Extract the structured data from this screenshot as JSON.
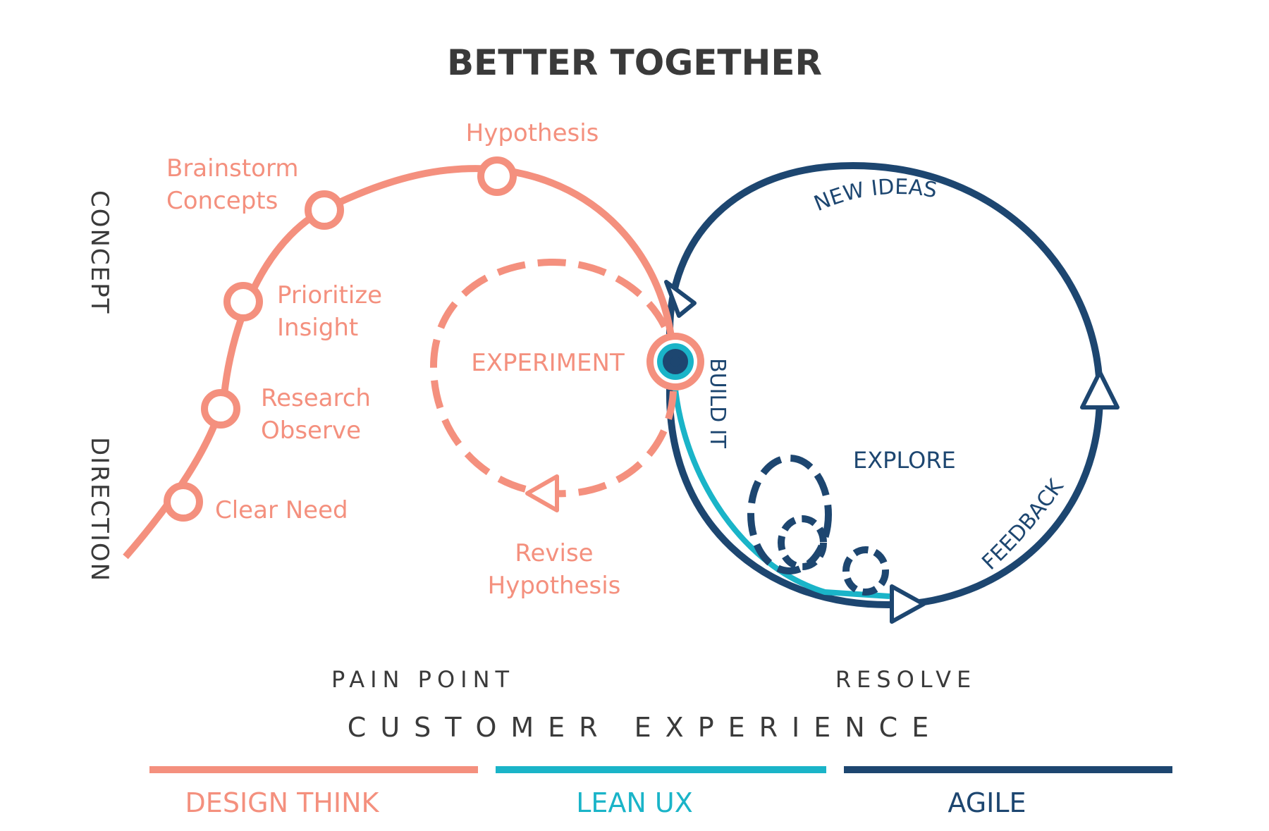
{
  "title": "BETTER TOGETHER",
  "colors": {
    "design": "#F4907E",
    "lean": "#1AB4C8",
    "agile": "#1D4670",
    "text_dark": "#3A3A3A",
    "light_blue": "#BFDDEB"
  },
  "axis": {
    "concept": "CONCEPT",
    "direction": "DIRECTION",
    "pain_point": "PAIN POINT",
    "resolve": "RESOLVE",
    "customer_experience": "CUSTOMER EXPERIENCE"
  },
  "design_steps": {
    "clear_need": "Clear Need",
    "research_1": "Research",
    "research_2": "Observe",
    "prioritize_1": "Prioritize",
    "prioritize_2": "Insight",
    "brainstorm_1": "Brainstorm",
    "brainstorm_2": "Concepts",
    "hypothesis": "Hypothesis"
  },
  "experiment": {
    "label": "EXPERIMENT",
    "revise_1": "Revise",
    "revise_2": "Hypothesis"
  },
  "agile_loop": {
    "new_ideas": "NEW IDEAS",
    "build_it": "BUILD IT",
    "explore": "EXPLORE",
    "feedback": "FEEDBACK"
  },
  "legend": {
    "design_think": "DESIGN THINK",
    "lean_ux": "LEAN UX",
    "agile": "AGILE"
  }
}
